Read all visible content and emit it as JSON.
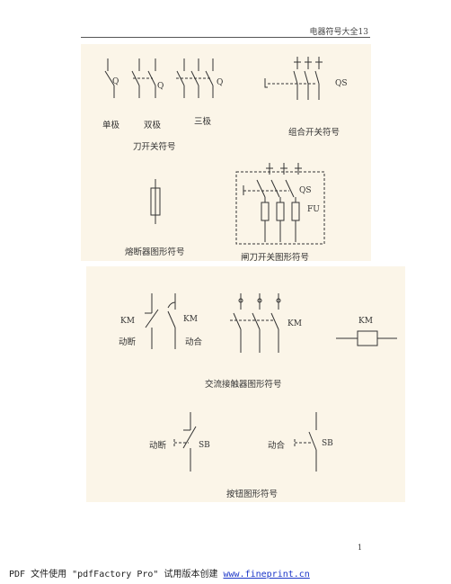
{
  "header": {
    "title": "电器符号大全13"
  },
  "panel_top": {
    "knife_switch": {
      "labels": [
        "单极",
        "双极",
        "三极"
      ],
      "symbols": [
        "Q",
        "Q",
        "Q"
      ],
      "caption": "刀开关符号"
    },
    "combo_switch": {
      "symbol": "QS",
      "caption": "组合开关符号"
    },
    "fuse": {
      "caption": "熔断器图形符号"
    },
    "fuse_switch": {
      "symbol_qs": "QS",
      "symbol_fu": "FU",
      "caption": "闸刀开关图形符号"
    }
  },
  "panel_bottom": {
    "contactor": {
      "symbols": [
        "KM",
        "KM",
        "KM",
        "KM"
      ],
      "labels": [
        "动断",
        "动合"
      ],
      "caption": "交流接触器图形符号"
    },
    "button": {
      "labels": [
        "动断",
        "动合"
      ],
      "symbols": [
        "SB",
        "SB"
      ],
      "caption": "按钮图形符号"
    }
  },
  "page_number": "1",
  "footer": {
    "text": "PDF 文件使用 \"pdfFactory Pro\" 试用版本创建 ",
    "link": "www.fineprint.cn"
  },
  "colors": {
    "panel_bg": "#fbf5e8",
    "link": "#1a35c8"
  }
}
